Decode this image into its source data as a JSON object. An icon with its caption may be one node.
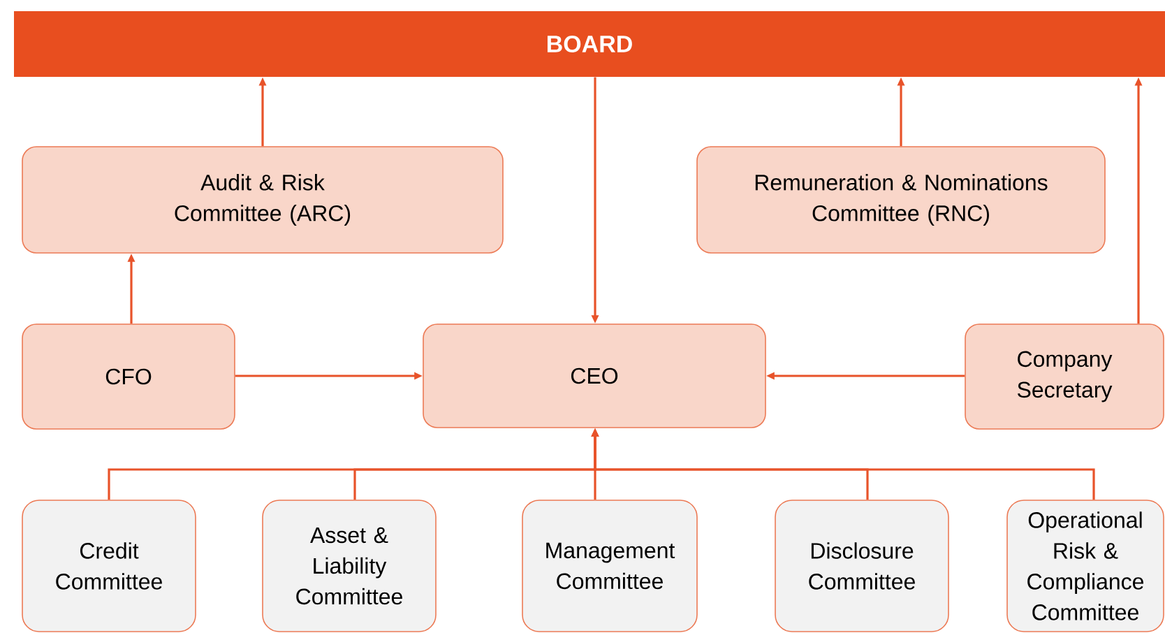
{
  "diagram": {
    "nodes": [
      {
        "text": [
          "BOARD"
        ]
      },
      {
        "text": [
          "Audit & Risk Committee (ARC)"
        ]
      },
      {
        "text": [
          "Remuneration & Nominations Committee (RNC)"
        ]
      },
      {
        "text": [
          "CFO"
        ]
      },
      {
        "text": [
          "CEO"
        ]
      },
      {
        "text": [
          "Company Secretary"
        ]
      },
      {
        "text": [
          "Credit Committee"
        ]
      },
      {
        "text": [
          "Asset & Liability Committee"
        ]
      },
      {
        "text": [
          "Management Committee"
        ]
      },
      {
        "text": [
          "Disclosure Committee"
        ]
      },
      {
        "text": [
          "Operational Risk & Compliance Committee"
        ]
      }
    ],
    "edges": [
      {
        "from": 1,
        "to": 0,
        "arrow": "to"
      },
      {
        "from": 2,
        "to": 0,
        "arrow": "to"
      },
      {
        "from": 5,
        "to": 0,
        "arrow": "to"
      },
      {
        "from": 0,
        "to": 4,
        "arrow": "to"
      },
      {
        "from": 3,
        "to": 1,
        "arrow": "to"
      },
      {
        "from": 3,
        "to": 4,
        "arrow": "to"
      },
      {
        "from": 5,
        "to": 4,
        "arrow": "to"
      },
      {
        "from": 6,
        "to": 4,
        "arrow": "to"
      },
      {
        "from": 7,
        "to": 4,
        "arrow": "to"
      },
      {
        "from": 8,
        "to": 4,
        "arrow": "to"
      },
      {
        "from": 9,
        "to": 4,
        "arrow": "to"
      },
      {
        "from": 10,
        "to": 4,
        "arrow": "to"
      }
    ]
  }
}
